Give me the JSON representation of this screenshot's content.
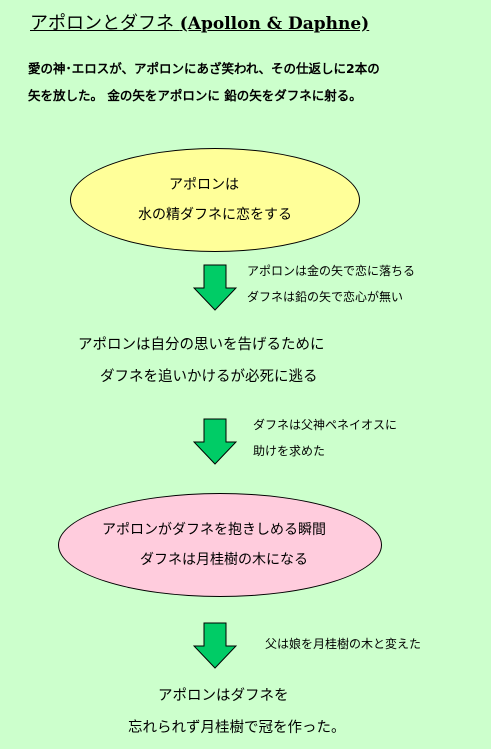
{
  "title": {
    "jp": "アポロンとダフネ",
    "en": "(Apollon & Daphne)"
  },
  "intro": {
    "line1": "愛の神･エロスが、アポロンにあざ笑われ、その仕返しに2本の",
    "line2": "矢を放した。 金の矢をアポロンに 鉛の矢をダフネに射る。"
  },
  "ellipse1": {
    "line1": "アポロンは",
    "line2": "水の精ダフネに恋をする"
  },
  "note1": {
    "line1": "アポロンは金の矢で恋に落ちる",
    "line2": "ダフネは鉛の矢で恋心が無い"
  },
  "step2": {
    "line1": "アポロンは自分の思いを告げるために",
    "line2": "ダフネを追いかけるが必死に逃る"
  },
  "note2": {
    "line1": "ダフネは父神ペネイオスに",
    "line2": "助けを求めた"
  },
  "ellipse2": {
    "line1": "アポロンがダフネを抱きしめる瞬間",
    "line2": "ダフネは月桂樹の木になる"
  },
  "note3": {
    "line1": "父は娘を月桂樹の木と変えた"
  },
  "final": {
    "line1": "アポロンはダフネを",
    "line2": "忘れられず月桂樹で冠を作った。"
  },
  "colors": {
    "background": "#ccffcc",
    "ellipse1": "#ffff99",
    "ellipse2": "#ffccdd",
    "arrow": "#00cc66"
  },
  "icons": {
    "arrow": "down-arrow-icon"
  }
}
